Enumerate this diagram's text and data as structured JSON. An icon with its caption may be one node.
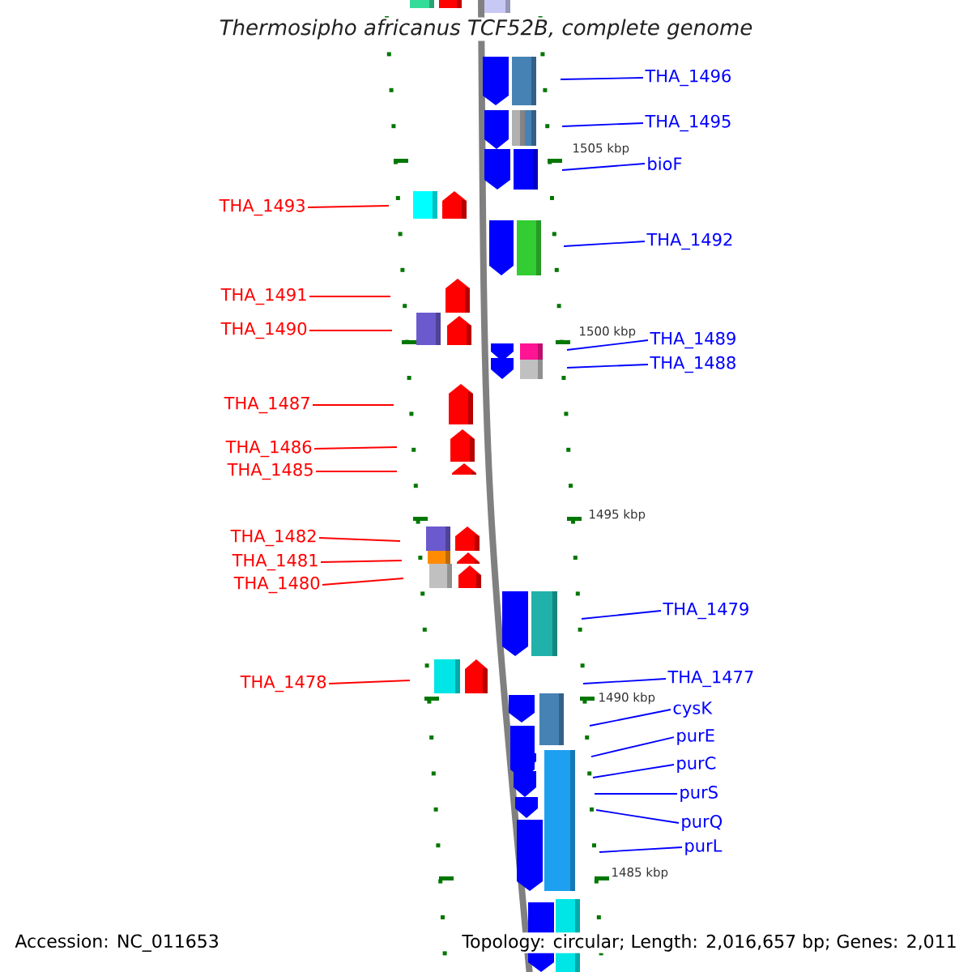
{
  "diagram": {
    "title": "Thermosipho africanus TCF52B, complete genome",
    "nodes": [
      {
        "text": [
          "THA_1496"
        ]
      },
      {
        "text": [
          "THA_1495"
        ]
      },
      {
        "text": [
          "bioF"
        ]
      },
      {
        "text": [
          "THA_1493"
        ]
      },
      {
        "text": [
          "THA_1492"
        ]
      },
      {
        "text": [
          "THA_1491"
        ]
      },
      {
        "text": [
          "THA_1490"
        ]
      },
      {
        "text": [
          "THA_1489"
        ]
      },
      {
        "text": [
          "THA_1488"
        ]
      },
      {
        "text": [
          "THA_1487"
        ]
      },
      {
        "text": [
          "THA_1486"
        ]
      },
      {
        "text": [
          "THA_1485"
        ]
      },
      {
        "text": [
          "THA_1482"
        ]
      },
      {
        "text": [
          "THA_1481"
        ]
      },
      {
        "text": [
          "THA_1480"
        ]
      },
      {
        "text": [
          "THA_1479"
        ]
      },
      {
        "text": [
          "THA_1477"
        ]
      },
      {
        "text": [
          "THA_1478"
        ]
      },
      {
        "text": [
          "cysK"
        ]
      },
      {
        "text": [
          "purE"
        ]
      },
      {
        "text": [
          "purC"
        ]
      },
      {
        "text": [
          "purS"
        ]
      },
      {
        "text": [
          "purQ"
        ]
      },
      {
        "text": [
          "purL"
        ]
      }
    ],
    "edges": [
      {
        "from": 0,
        "to": null,
        "arrow": "none"
      },
      {
        "from": 1,
        "to": null,
        "arrow": "none"
      },
      {
        "from": 2,
        "to": null,
        "arrow": "none"
      },
      {
        "from": 3,
        "to": null,
        "arrow": "none",
        "color": "#ff0000"
      },
      {
        "from": 4,
        "to": null,
        "arrow": "none"
      },
      {
        "from": 5,
        "to": null,
        "arrow": "none",
        "color": "#ff0000"
      },
      {
        "from": 6,
        "to": null,
        "arrow": "none",
        "color": "#ff0000"
      },
      {
        "from": 7,
        "to": null,
        "arrow": "none"
      },
      {
        "from": 8,
        "to": null,
        "arrow": "none"
      },
      {
        "from": 9,
        "to": null,
        "arrow": "none",
        "color": "#ff0000"
      },
      {
        "from": 10,
        "to": null,
        "arrow": "none",
        "color": "#ff0000"
      },
      {
        "from": 11,
        "to": null,
        "arrow": "none",
        "color": "#ff0000"
      },
      {
        "from": 12,
        "to": null,
        "arrow": "none",
        "color": "#ff0000"
      },
      {
        "from": 13,
        "to": null,
        "arrow": "none",
        "color": "#ff0000"
      },
      {
        "from": 14,
        "to": null,
        "arrow": "none",
        "color": "#ff0000"
      },
      {
        "from": 15,
        "to": null,
        "arrow": "none"
      },
      {
        "from": 16,
        "to": null,
        "arrow": "none"
      },
      {
        "from": 17,
        "to": null,
        "arrow": "none",
        "color": "#ff0000"
      },
      {
        "from": 18,
        "to": null,
        "arrow": "none"
      },
      {
        "from": 19,
        "to": null,
        "arrow": "none"
      },
      {
        "from": 20,
        "to": null,
        "arrow": "none"
      },
      {
        "from": 21,
        "to": null,
        "arrow": "none"
      },
      {
        "from": 22,
        "to": null,
        "arrow": "none"
      },
      {
        "from": 23,
        "to": null,
        "arrow": "none"
      }
    ],
    "labels": [
      "1505 kbp",
      "1500 kbp",
      "1495 kbp",
      "1490 kbp",
      "1485 kbp",
      "Accession: NC_011653",
      "Topology: circular; Length: 2,016,657 bp; Genes: 2,011"
    ]
  }
}
